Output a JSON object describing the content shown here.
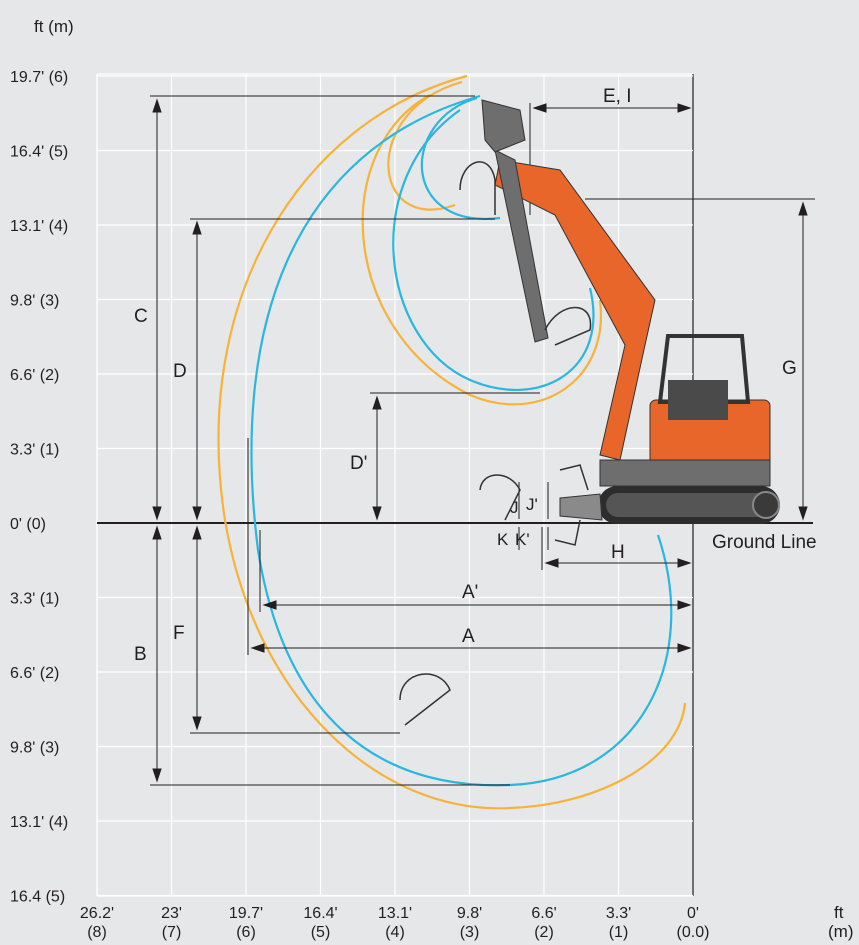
{
  "axes": {
    "y_unit": "ft (m)",
    "x_unit_ft": "ft",
    "x_unit_m": "(m)",
    "y_ticks": [
      {
        "label": "19.7' (6)",
        "m": 6
      },
      {
        "label": "16.4' (5)",
        "m": 5
      },
      {
        "label": "13.1' (4)",
        "m": 4
      },
      {
        "label": "9.8' (3)",
        "m": 3
      },
      {
        "label": "6.6' (2)",
        "m": 2
      },
      {
        "label": "3.3' (1)",
        "m": 1
      },
      {
        "label": "0' (0)",
        "m": 0
      },
      {
        "label": "3.3' (1)",
        "m": -1
      },
      {
        "label": "6.6' (2)",
        "m": -2
      },
      {
        "label": "9.8' (3)",
        "m": -3
      },
      {
        "label": "13.1' (4)",
        "m": -4
      },
      {
        "label": "16.4 (5)",
        "m": -5
      }
    ],
    "x_ticks": [
      {
        "ft": "26.2'",
        "m_label": "(8)",
        "m": 8
      },
      {
        "ft": "23'",
        "m_label": "(7)",
        "m": 7
      },
      {
        "ft": "19.7'",
        "m_label": "(6)",
        "m": 6
      },
      {
        "ft": "16.4'",
        "m_label": "(5)",
        "m": 5
      },
      {
        "ft": "13.1'",
        "m_label": "(4)",
        "m": 4
      },
      {
        "ft": "9.8'",
        "m_label": "(3)",
        "m": 3
      },
      {
        "ft": "6.6'",
        "m_label": "(2)",
        "m": 2
      },
      {
        "ft": "3.3'",
        "m_label": "(1)",
        "m": 1
      },
      {
        "ft": "0'",
        "m_label": "(0.0)",
        "m": 0
      }
    ]
  },
  "ground_line": "Ground Line",
  "dimension_labels": {
    "A": "A",
    "A_prime": "A'",
    "B": "B",
    "C": "C",
    "D": "D",
    "D_prime": "D'",
    "E_I": "E, I",
    "F": "F",
    "G": "G",
    "H": "H",
    "J": "J",
    "J_prime": "J'",
    "K": "K",
    "K_prime": "K'"
  },
  "colors": {
    "background": "#e6e7e8",
    "grid": "#ffffff",
    "arm_reach": "#29b6e0",
    "max_reach": "#f7b239",
    "machine_orange": "#e8662a",
    "machine_dark": "#3a3a3a"
  }
}
